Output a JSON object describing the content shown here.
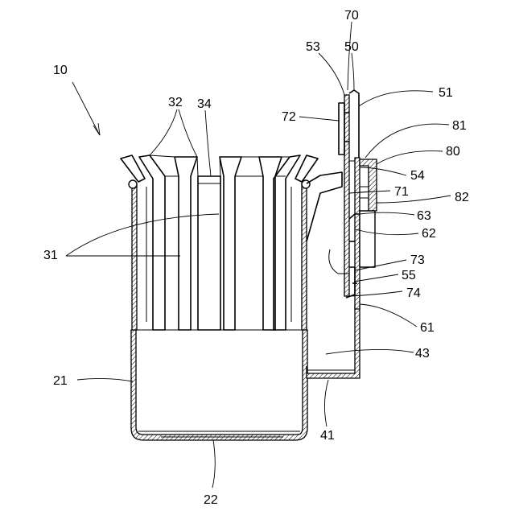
{
  "labels": {
    "assembly": "10",
    "fingers": "32",
    "finger_top": "34",
    "slits": "31",
    "container_wall": "21",
    "container_bottom": "22",
    "bracket": "41",
    "bracket_cavity": "43",
    "mount_plate": "50",
    "plate_top": "51",
    "plate_tab": "53",
    "plate_step": "54",
    "plate_lower": "55",
    "clip_wall": "61",
    "clip_rib": "62",
    "clip_tongue": "63",
    "hook": "70",
    "hook_upper": "71",
    "hook_tab": "72",
    "hook_lower": "73",
    "hook_tip": "74",
    "cap": "80",
    "cap_top": "81",
    "cap_side": "82"
  }
}
